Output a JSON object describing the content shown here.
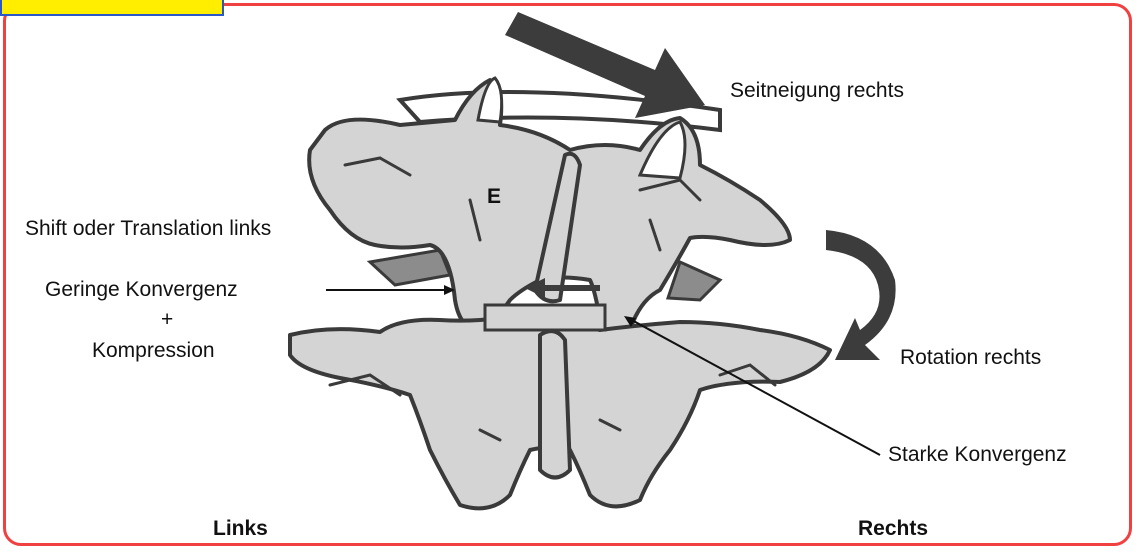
{
  "labels": {
    "seitneigung": "Seitneigung rechts",
    "shift": "Shift oder Translation links",
    "geringe": "Geringe Konvergenz",
    "plus": "+",
    "kompression": "Kompression",
    "rotation": "Rotation rechts",
    "starke": "Starke Konvergenz",
    "links": "Links",
    "rechts": "Rechts",
    "vertebra_letter": "E"
  },
  "colors": {
    "frame_border": "#f04040",
    "tab_fill": "#ffee00",
    "tab_border": "#2a58c8",
    "bone_fill": "#d4d4d4",
    "bone_stroke": "#3a3a3a",
    "disc_fill": "#8c8c8c",
    "arrow_fill": "#3c3c3c"
  }
}
